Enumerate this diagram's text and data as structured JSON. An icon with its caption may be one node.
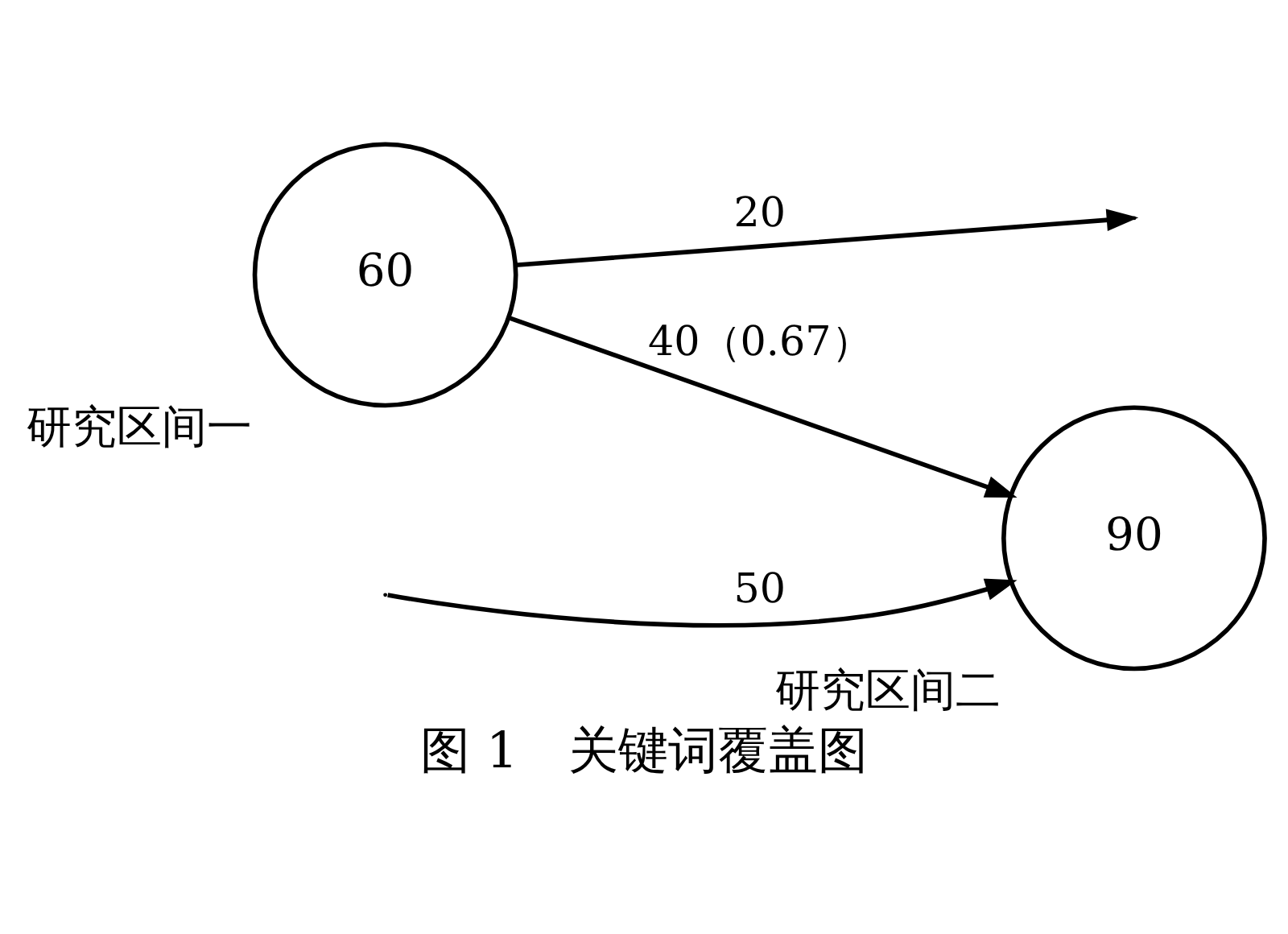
{
  "diagram": {
    "caption": "图 1　关键词覆盖图",
    "nodes": [
      {
        "text": [
          "60"
        ],
        "beside": [
          "研究区间一"
        ]
      },
      {
        "text": [
          "90"
        ],
        "beside": [
          "研究区间二"
        ]
      }
    ],
    "edges": [
      {
        "from": 0,
        "to": null,
        "arrow": "to",
        "label": "20"
      },
      {
        "from": null,
        "to": 1,
        "arrow": "to",
        "label": "50"
      },
      {
        "from": 0,
        "to": 1,
        "arrow": "to",
        "label": "40（0.67）"
      }
    ]
  }
}
